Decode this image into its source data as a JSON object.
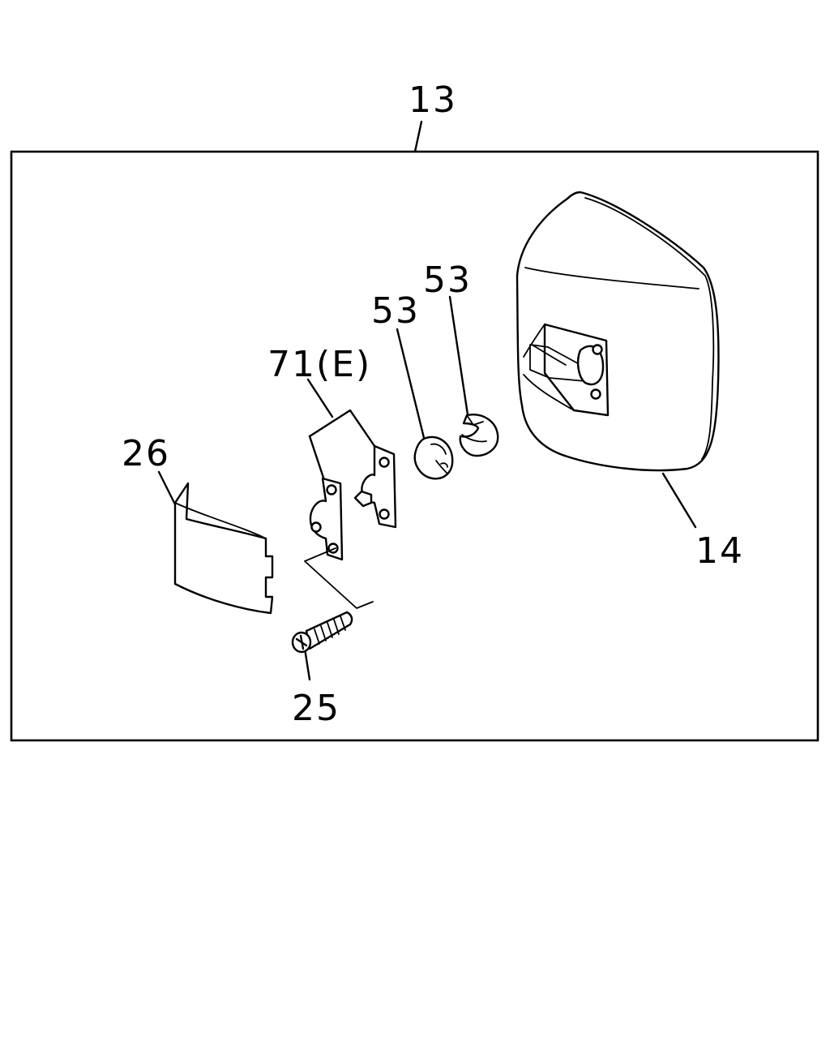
{
  "callouts": {
    "assembly": "13",
    "mirror_body": "14",
    "clip_left": "53",
    "clip_right": "53",
    "bracket": "71(E)",
    "cover": "26",
    "screw": "25"
  }
}
